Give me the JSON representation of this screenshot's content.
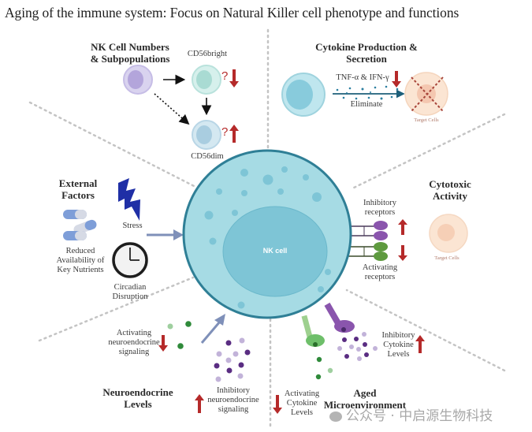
{
  "title": "Aging of the immune system: Focus on Natural Killer cell phenotype and functions",
  "center": {
    "label": "NK cell"
  },
  "sections": {
    "numbers": {
      "heading_line1": "NK Cell Numbers",
      "heading_line2": "& Subpopulations",
      "cd56bright": "CD56bright",
      "cd56dim": "CD56dim",
      "bright_change": "? down",
      "dim_change": "? up",
      "question_mark": "?"
    },
    "cytokine": {
      "heading_line1": "Cytokine Production &",
      "heading_line2": "Secretion",
      "cytokines": "TNF-α & IFN-γ",
      "action": "Eliminate",
      "target": "Target Cells",
      "change": "down"
    },
    "external": {
      "heading_line1": "External",
      "heading_line2": "Factors",
      "stress": "Stress",
      "nutrients_line1": "Reduced",
      "nutrients_line2": "Availability of",
      "nutrients_line3": "Key Nutrients",
      "circadian_line1": "Circadian",
      "circadian_line2": "Disruption"
    },
    "cytotoxic": {
      "heading_line1": "Cytotoxic",
      "heading_line2": "Activity",
      "inhibitory_line1": "Inhibitory",
      "inhibitory_line2": "receptors",
      "activating_line1": "Activating",
      "activating_line2": "receptors",
      "target": "Target Cells",
      "inhibitory_change": "up",
      "activating_change": "down"
    },
    "neuro": {
      "heading_line1": "Neuroendocrine",
      "heading_line2": "Levels",
      "activating_line1": "Activating",
      "activating_line2": "neuroendocrine",
      "activating_line3": "signaling",
      "inhibitory_line1": "Inhibitory",
      "inhibitory_line2": "neuroendocrine",
      "inhibitory_line3": "signaling",
      "activating_change": "down",
      "inhibitory_change": "up"
    },
    "micro": {
      "heading_line1": "Aged",
      "heading_line2": "Microenvironment",
      "inhibitory_line1": "Inhibitory",
      "inhibitory_line2": "Cytokine",
      "inhibitory_line3": "Levels",
      "activating_line1": "Activating",
      "activating_line2": "Cytokine",
      "activating_line3": "Levels",
      "inhibitory_change": "up",
      "activating_change": "down"
    }
  },
  "watermark": "公众号 · 中启源生物科技",
  "colors": {
    "nk_outer": "#a6dbe4",
    "nk_border": "#2f7f96",
    "nk_nucleus": "#7ec5d6",
    "arrow_red": "#b52a2a",
    "inhibitory_purple": "#7a4a9e",
    "activating_green": "#4f8a3a",
    "target_cell": "#f9e2cf",
    "stress_blue": "#1f2fa6",
    "grey_arrow": "#8090b8"
  }
}
